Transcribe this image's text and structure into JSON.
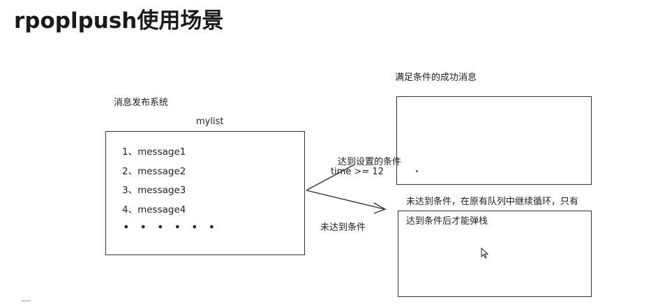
{
  "title": "rpoplpush使用场景",
  "publisher_label": "消息发布系统",
  "mylist": {
    "name": "mylist",
    "items": [
      "1、message1",
      "2、message2",
      "3、message3",
      "4、message4"
    ],
    "ellipsis": "• • • • • •"
  },
  "success_box": {
    "label": "满足条件的成功消息"
  },
  "fail_box": {
    "label_line1": "未达到条件，在原有队列中继续循环，只有",
    "label_line2": "达到条件后才能弹栈"
  },
  "edges": {
    "condition_met": "达到设置的条件",
    "condition_expr": "time >= 12",
    "condition_not_met": "未达到条件"
  }
}
